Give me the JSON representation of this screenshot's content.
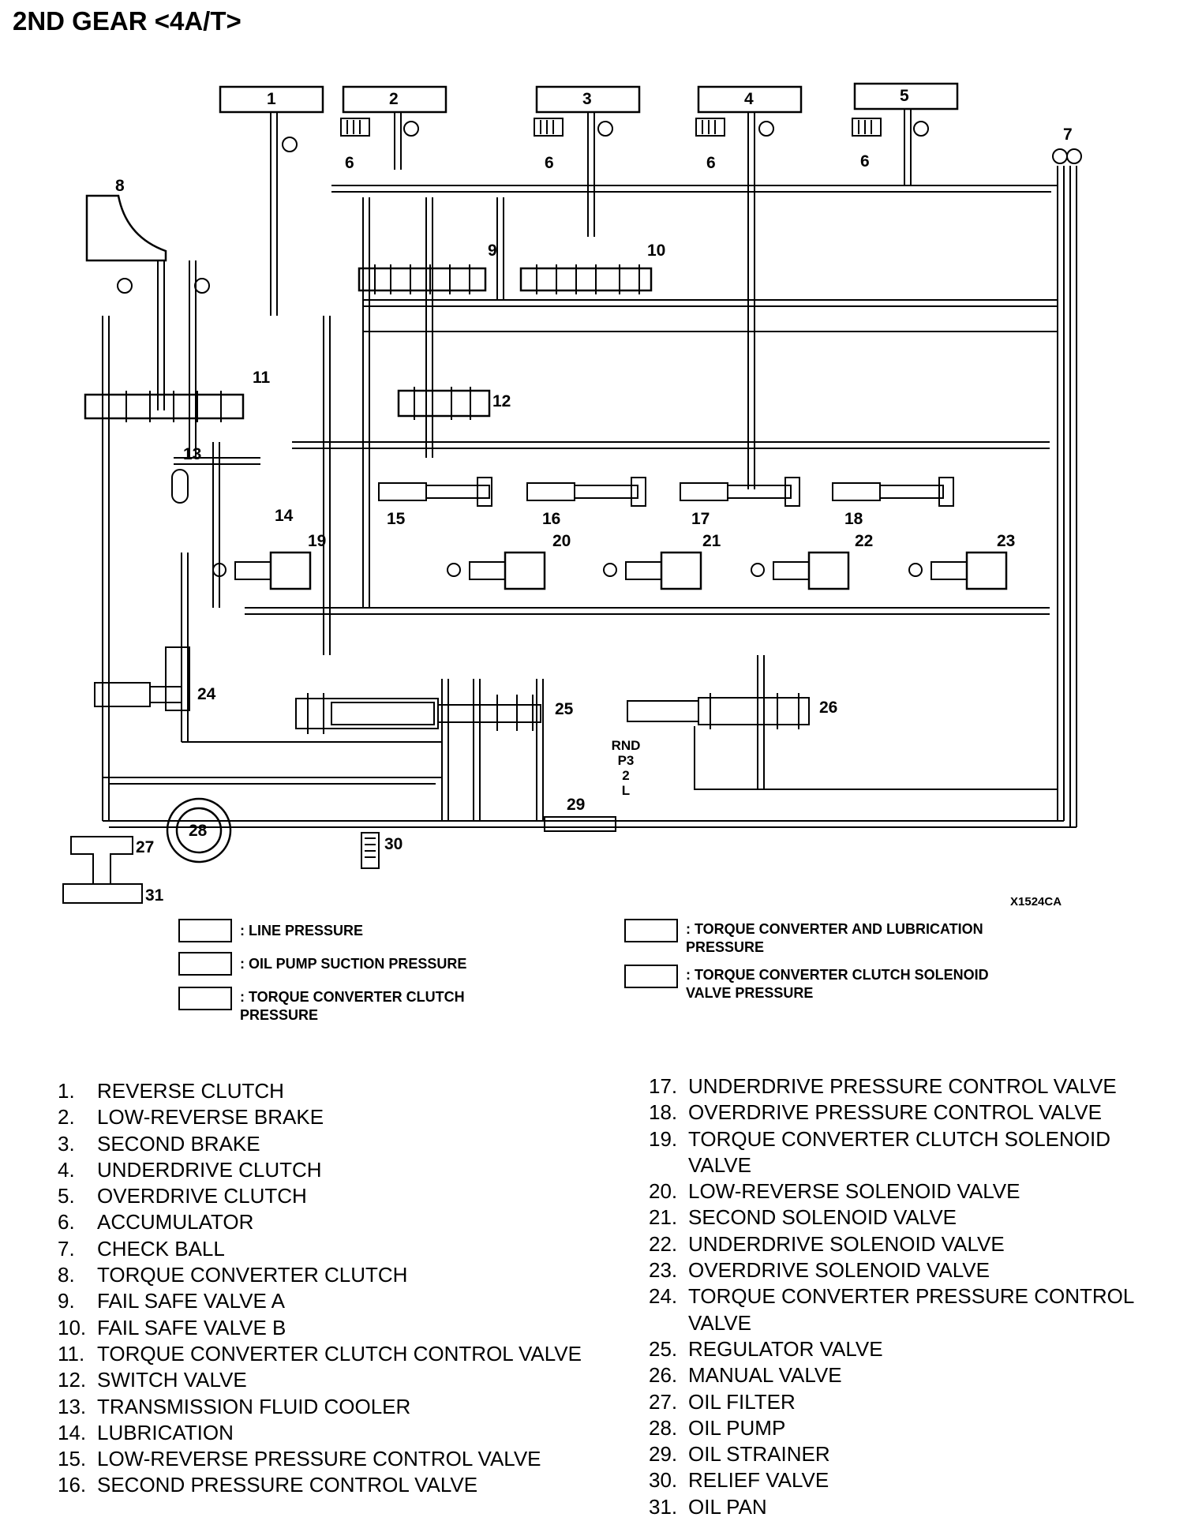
{
  "title": "2ND GEAR <4A/T>",
  "diagram_code": "X1524CA",
  "labels": {
    "n1": "1",
    "n2": "2",
    "n3": "3",
    "n4": "4",
    "n5": "5",
    "n6": "6",
    "n7": "7",
    "n8": "8",
    "n9": "9",
    "n10": "10",
    "n11": "11",
    "n12": "12",
    "n13": "13",
    "n14": "14",
    "n15": "15",
    "n16": "16",
    "n17": "17",
    "n18": "18",
    "n19": "19",
    "n20": "20",
    "n21": "21",
    "n22": "22",
    "n23": "23",
    "n24": "24",
    "n25": "25",
    "n26": "26",
    "n27": "27",
    "n28": "28",
    "n29": "29",
    "n30": "30",
    "n31": "31"
  },
  "selector": {
    "line1": "RND",
    "line2": "P3",
    "line3": "2",
    "line4": "L"
  },
  "legend": [
    {
      "text": ": LINE PRESSURE"
    },
    {
      "text": ": OIL PUMP SUCTION PRESSURE"
    },
    {
      "text": ": TORQUE CONVERTER CLUTCH\nPRESSURE"
    },
    {
      "text": ": TORQUE CONVERTER AND LUBRICATION\nPRESSURE"
    },
    {
      "text": ": TORQUE CONVERTER CLUTCH SOLENOID\nVALVE PRESSURE"
    }
  ],
  "parts_left": [
    {
      "num": "1.",
      "name": "REVERSE CLUTCH"
    },
    {
      "num": "2.",
      "name": "LOW-REVERSE BRAKE"
    },
    {
      "num": "3.",
      "name": "SECOND BRAKE"
    },
    {
      "num": "4.",
      "name": "UNDERDRIVE CLUTCH"
    },
    {
      "num": "5.",
      "name": "OVERDRIVE CLUTCH"
    },
    {
      "num": "6.",
      "name": "ACCUMULATOR"
    },
    {
      "num": "7.",
      "name": "CHECK BALL"
    },
    {
      "num": "8.",
      "name": "TORQUE CONVERTER CLUTCH"
    },
    {
      "num": "9.",
      "name": "FAIL SAFE VALVE A"
    },
    {
      "num": "10.",
      "name": "FAIL SAFE VALVE B"
    },
    {
      "num": "11.",
      "name": "TORQUE CONVERTER CLUTCH CONTROL VALVE"
    },
    {
      "num": "12.",
      "name": "SWITCH VALVE"
    },
    {
      "num": "13.",
      "name": "TRANSMISSION FLUID COOLER"
    },
    {
      "num": "14.",
      "name": "LUBRICATION"
    },
    {
      "num": "15.",
      "name": "LOW-REVERSE PRESSURE CONTROL VALVE"
    },
    {
      "num": "16.",
      "name": "SECOND PRESSURE CONTROL VALVE"
    }
  ],
  "parts_right": [
    {
      "num": "17.",
      "name": "UNDERDRIVE PRESSURE CONTROL VALVE"
    },
    {
      "num": "18.",
      "name": "OVERDRIVE PRESSURE CONTROL VALVE"
    },
    {
      "num": "19.",
      "name": "TORQUE CONVERTER CLUTCH SOLENOID VALVE"
    },
    {
      "num": "20.",
      "name": "LOW-REVERSE SOLENOID VALVE"
    },
    {
      "num": "21.",
      "name": "SECOND SOLENOID VALVE"
    },
    {
      "num": "22.",
      "name": "UNDERDRIVE SOLENOID VALVE"
    },
    {
      "num": "23.",
      "name": "OVERDRIVE SOLENOID VALVE"
    },
    {
      "num": "24.",
      "name": "TORQUE CONVERTER PRESSURE CONTROL VALVE"
    },
    {
      "num": "25.",
      "name": "REGULATOR VALVE"
    },
    {
      "num": "26.",
      "name": "MANUAL VALVE"
    },
    {
      "num": "27.",
      "name": "OIL FILTER"
    },
    {
      "num": "28.",
      "name": "OIL PUMP"
    },
    {
      "num": "29.",
      "name": "OIL STRAINER"
    },
    {
      "num": "30.",
      "name": "RELIEF VALVE"
    },
    {
      "num": "31.",
      "name": "OIL PAN"
    }
  ]
}
